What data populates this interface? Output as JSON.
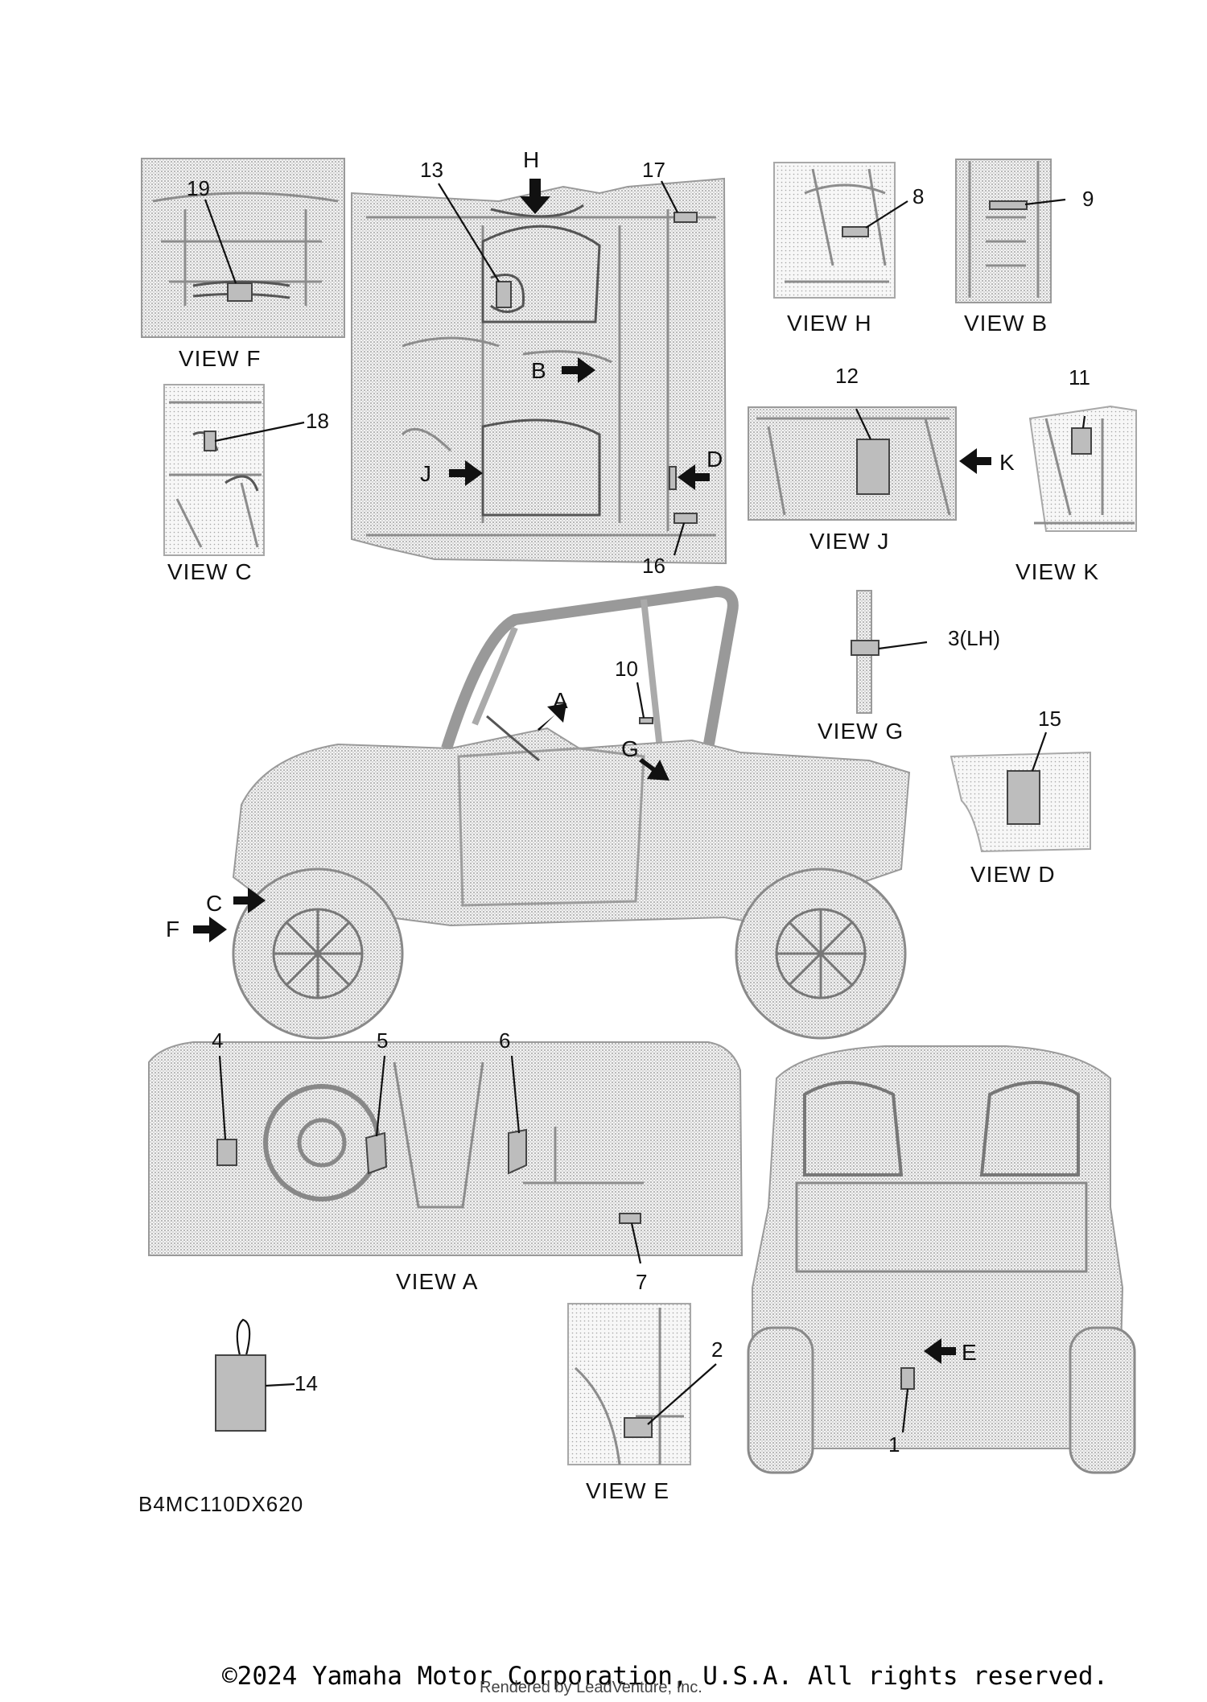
{
  "views": {
    "A": "VIEW A",
    "B": "VIEW B",
    "C": "VIEW C",
    "D": "VIEW D",
    "E": "VIEW E",
    "F": "VIEW F",
    "G": "VIEW G",
    "H": "VIEW H",
    "J": "VIEW J",
    "K": "VIEW K"
  },
  "arrows": {
    "A": "A",
    "B": "B",
    "C": "C",
    "D": "D",
    "E": "E",
    "F": "F",
    "G": "G",
    "H": "H",
    "J": "J",
    "K": "K"
  },
  "callouts": {
    "c1": "1",
    "c2": "2",
    "c3": "3(LH)",
    "c4": "4",
    "c5": "5",
    "c6": "6",
    "c7": "7",
    "c8": "8",
    "c9": "9",
    "c10": "10",
    "c11": "11",
    "c12": "12",
    "c13": "13",
    "c14": "14",
    "c15": "15",
    "c16": "16",
    "c17": "17",
    "c18": "18",
    "c19": "19"
  },
  "diagram_code": "B4MC110DX620",
  "footer": {
    "copyright": "©2024 Yamaha Motor Corporation, U.S.A. All rights reserved.",
    "render_credit": "Rendered by LeadVenture, Inc."
  },
  "colors": {
    "line": "#111111",
    "stipple": "#9a9a9a",
    "label": "#bdbdbd",
    "background": "#ffffff"
  }
}
